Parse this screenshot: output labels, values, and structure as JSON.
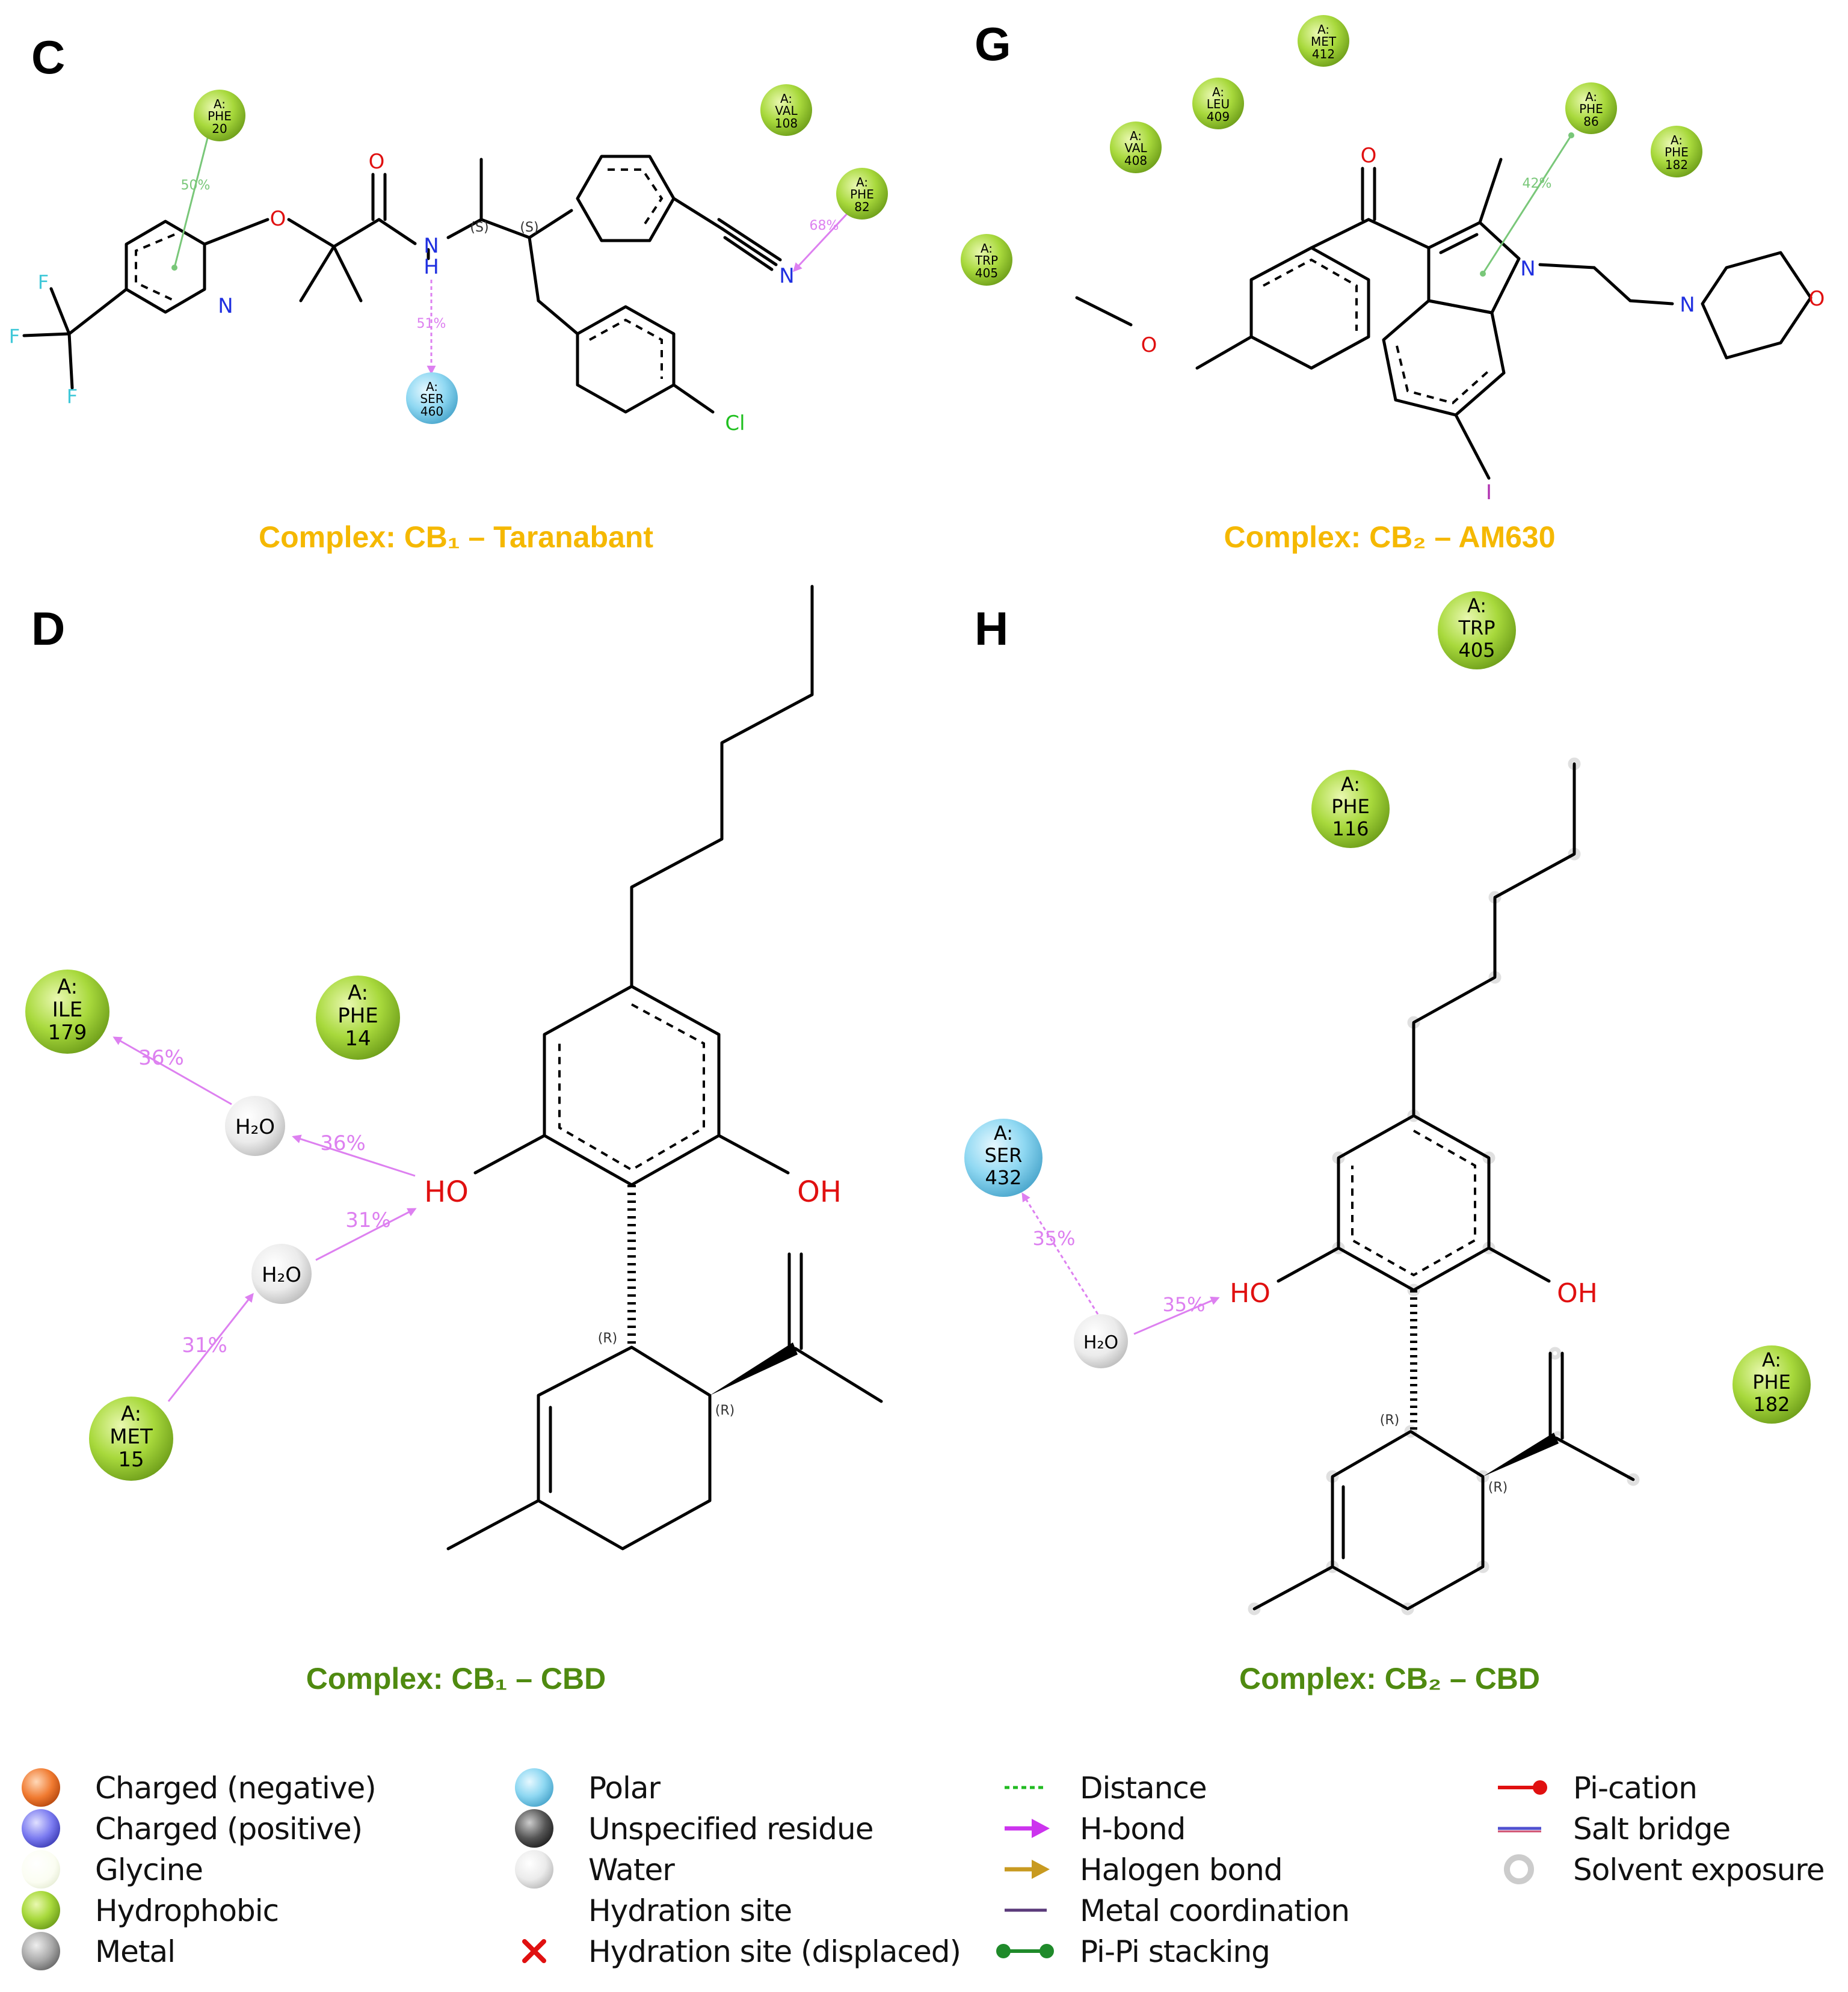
{
  "panels": {
    "C": {
      "letter": "C",
      "title": "Complex: CB₁ – Taranabant",
      "title_color": "#f5b800",
      "residues": [
        {
          "chain": "A:",
          "name": "PHE",
          "num": "20",
          "type": "hydrophobic"
        },
        {
          "chain": "A:",
          "name": "VAL",
          "num": "108",
          "type": "hydrophobic"
        },
        {
          "chain": "A:",
          "name": "PHE",
          "num": "82",
          "type": "hydrophobic"
        },
        {
          "chain": "A:",
          "name": "SER",
          "num": "460",
          "type": "polar"
        }
      ],
      "interactions": [
        {
          "kind": "pi-pi",
          "percent": "50%"
        },
        {
          "kind": "h-bond",
          "percent": "51%"
        },
        {
          "kind": "h-bond",
          "percent": "68%"
        }
      ],
      "atoms": [
        "O",
        "O",
        "N",
        "H",
        "N",
        "N",
        "Cl",
        "F",
        "F",
        "F"
      ],
      "stereo": [
        "(S)",
        "(S)"
      ]
    },
    "G": {
      "letter": "G",
      "title": "Complex: CB₂ – AM630",
      "title_color": "#f5b800",
      "residues": [
        {
          "chain": "A:",
          "name": "MET",
          "num": "412",
          "type": "hydrophobic"
        },
        {
          "chain": "A:",
          "name": "LEU",
          "num": "409",
          "type": "hydrophobic"
        },
        {
          "chain": "A:",
          "name": "VAL",
          "num": "408",
          "type": "hydrophobic"
        },
        {
          "chain": "A:",
          "name": "PHE",
          "num": "86",
          "type": "hydrophobic"
        },
        {
          "chain": "A:",
          "name": "PHE",
          "num": "182",
          "type": "hydrophobic"
        },
        {
          "chain": "A:",
          "name": "TRP",
          "num": "405",
          "type": "hydrophobic"
        }
      ],
      "interactions": [
        {
          "kind": "pi-pi",
          "percent": "42%"
        }
      ],
      "atoms": [
        "O",
        "O",
        "N",
        "N",
        "O",
        "I"
      ]
    },
    "D": {
      "letter": "D",
      "title": "Complex: CB₁ – CBD",
      "title_color": "#4f8a10",
      "residues": [
        {
          "chain": "A:",
          "name": "ILE",
          "num": "179",
          "type": "hydrophobic"
        },
        {
          "chain": "A:",
          "name": "PHE",
          "num": "14",
          "type": "hydrophobic"
        },
        {
          "chain": "A:",
          "name": "MET",
          "num": "15",
          "type": "hydrophobic"
        }
      ],
      "waters": [
        "H₂O",
        "H₂O"
      ],
      "interactions": [
        {
          "kind": "h-bond",
          "percent": "36%"
        },
        {
          "kind": "h-bond",
          "percent": "36%"
        },
        {
          "kind": "h-bond",
          "percent": "31%"
        },
        {
          "kind": "h-bond",
          "percent": "31%"
        }
      ],
      "atoms": [
        "HO",
        "OH"
      ],
      "stereo": [
        "(R)",
        "(R)"
      ]
    },
    "H": {
      "letter": "H",
      "title": "Complex: CB₂ – CBD",
      "title_color": "#4f8a10",
      "residues": [
        {
          "chain": "A:",
          "name": "TRP",
          "num": "405",
          "type": "hydrophobic"
        },
        {
          "chain": "A:",
          "name": "PHE",
          "num": "116",
          "type": "hydrophobic"
        },
        {
          "chain": "A:",
          "name": "SER",
          "num": "432",
          "type": "polar"
        },
        {
          "chain": "A:",
          "name": "PHE",
          "num": "182",
          "type": "hydrophobic"
        }
      ],
      "waters": [
        "H₂O"
      ],
      "interactions": [
        {
          "kind": "h-bond",
          "percent": "35%"
        },
        {
          "kind": "h-bond",
          "percent": "35%"
        }
      ],
      "atoms": [
        "HO",
        "OH"
      ],
      "stereo": [
        "(R)",
        "(R)"
      ]
    }
  },
  "legend": [
    {
      "label": "Charged (negative)",
      "marker": "charged-negative"
    },
    {
      "label": "Charged (positive)",
      "marker": "charged-positive"
    },
    {
      "label": "Glycine",
      "marker": "glycine"
    },
    {
      "label": "Hydrophobic",
      "marker": "hydrophobic"
    },
    {
      "label": "Metal",
      "marker": "metal"
    },
    {
      "label": "Polar",
      "marker": "polar"
    },
    {
      "label": "Unspecified residue",
      "marker": "unspecified"
    },
    {
      "label": "Water",
      "marker": "water"
    },
    {
      "label": "Hydration site",
      "marker": "hydration-site"
    },
    {
      "label": "Hydration site (displaced)",
      "marker": "hydration-displaced"
    },
    {
      "label": "Distance",
      "marker": "distance"
    },
    {
      "label": "H-bond",
      "marker": "h-bond"
    },
    {
      "label": "Halogen bond",
      "marker": "halogen-bond"
    },
    {
      "label": "Metal coordination",
      "marker": "metal-coordination"
    },
    {
      "label": "Pi-Pi stacking",
      "marker": "pi-pi-stacking"
    },
    {
      "label": "Pi-cation",
      "marker": "pi-cation"
    },
    {
      "label": "Salt bridge",
      "marker": "salt-bridge"
    },
    {
      "label": "Solvent exposure",
      "marker": "solvent-exposure"
    }
  ],
  "colors": {
    "hydrophobic": "#9ed435",
    "polar": "#7fd3f0",
    "water": "#e6e6e6",
    "h_bond": "#dd80f0",
    "pi_pi": "#79c779",
    "nitrogen": "#2030e0",
    "oxygen": "#e01010",
    "chlorine": "#20c020",
    "fluorine": "#40c8d8",
    "iodine": "#b030b0"
  }
}
